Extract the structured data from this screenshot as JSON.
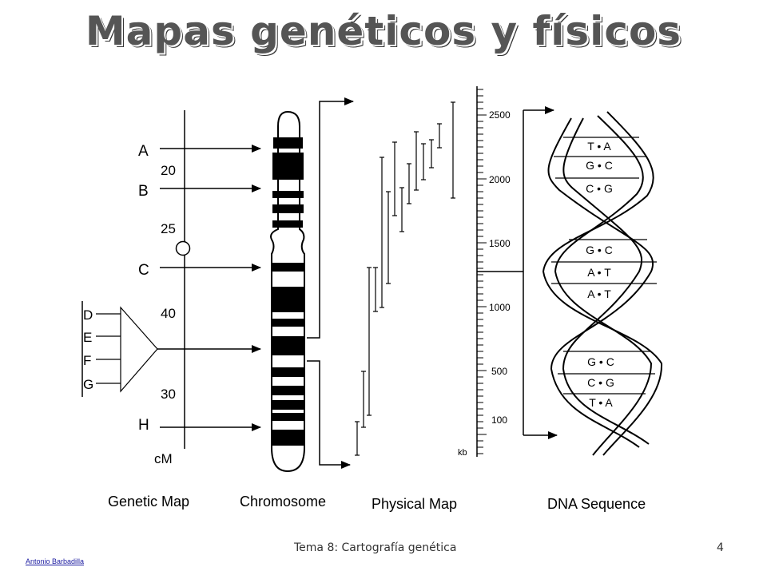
{
  "slide": {
    "title": "Mapas genéticos y físicos",
    "footer_center": "Tema 8: Cartografía genética",
    "page_number": "4",
    "author": "Antonio Barbadilla"
  },
  "diagram": {
    "panel_labels": {
      "genetic": "Genetic Map",
      "chromosome": "Chromosome",
      "physical": "Physical Map",
      "dna": "DNA Sequence"
    },
    "genetic_map": {
      "loci": [
        "A",
        "B",
        "C",
        "D",
        "E",
        "F",
        "G",
        "H"
      ],
      "distances": [
        "20",
        "25",
        "40",
        "30"
      ],
      "unit": "cM"
    },
    "physical_map": {
      "ticks": [
        "2500",
        "2000",
        "1500",
        "1000",
        "500",
        "100"
      ],
      "unit": "kb"
    },
    "dna_pairs": [
      "T • A",
      "G • C",
      "C • G",
      "G • C",
      "A • T",
      "A • T",
      "G • C",
      "C • G",
      "T • A"
    ]
  }
}
